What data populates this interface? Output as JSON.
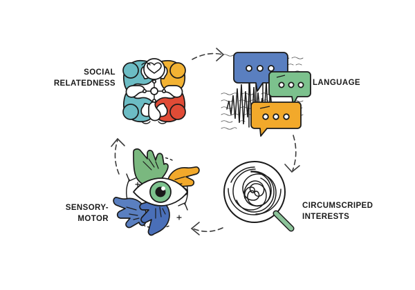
{
  "diagram": {
    "title_present": false,
    "flow_direction": "clockwise",
    "background_color": "#ffffff",
    "nodes": [
      {
        "id": "social-relatedness",
        "label": "SOCIAL\nRELATEDNESS",
        "position": "top-left",
        "icon_name": "people-cluster-heart-icon",
        "icon_description": "four stylized people figures arranged in a pinwheel around a central heart",
        "colors": [
          "#6cbcc4",
          "#f2b233",
          "#e04b36",
          "#ffffff"
        ]
      },
      {
        "id": "language",
        "label": "LANGUAGE",
        "position": "top-right",
        "icon_name": "speech-bubbles-waveform-icon",
        "icon_description": "three speech bubbles with three dots each, over an audio waveform and lines of text",
        "colors": [
          "#5a7fc0",
          "#7cc18d",
          "#f2a92b",
          "#1a1a1a"
        ]
      },
      {
        "id": "circumscriped-interests",
        "label": "CIRCUMSCRIPED\nINTERESTS",
        "position": "bottom-right",
        "icon_name": "magnifier-spiral-icon",
        "icon_description": "magnifying glass with green handle over a black spiral vortex",
        "colors": [
          "#8cc49a",
          "#1a1a1a"
        ]
      },
      {
        "id": "sensory-motor",
        "label": "SENSORY-\nMOTOR",
        "position": "bottom-left",
        "icon_name": "hands-eye-icon",
        "icon_description": "four colored hands surrounding a central green eye with curved arrows",
        "colors": [
          "#7ab87f",
          "#f2a92b",
          "#5a7fc0",
          "#4a6fb8",
          "#7cc18d"
        ]
      }
    ],
    "connectors": [
      {
        "id": "social-to-language",
        "from": "social-relatedness",
        "to": "language",
        "style": "dashed-curved-arrow",
        "direction": "right"
      },
      {
        "id": "language-to-interests",
        "from": "language",
        "to": "circumscriped-interests",
        "style": "dashed-curved-arrow",
        "direction": "down"
      },
      {
        "id": "interests-to-sensory",
        "from": "circumscriped-interests",
        "to": "sensory-motor",
        "style": "dashed-curved-arrow",
        "direction": "left"
      },
      {
        "id": "sensory-to-social",
        "from": "sensory-motor",
        "to": "social-relatedness",
        "style": "dashed-curved-arrow",
        "direction": "up"
      }
    ],
    "palette": {
      "teal": "#6cbcc4",
      "yellow": "#f2b233",
      "orange": "#f2a92b",
      "red": "#e04b36",
      "blue": "#5a7fc0",
      "blue_dark": "#4a6fb8",
      "green": "#7cc18d",
      "green_dark": "#7ab87f",
      "green_handle": "#8cc49a",
      "outline": "#1a1a1a",
      "text": "#1a1a1a"
    }
  }
}
